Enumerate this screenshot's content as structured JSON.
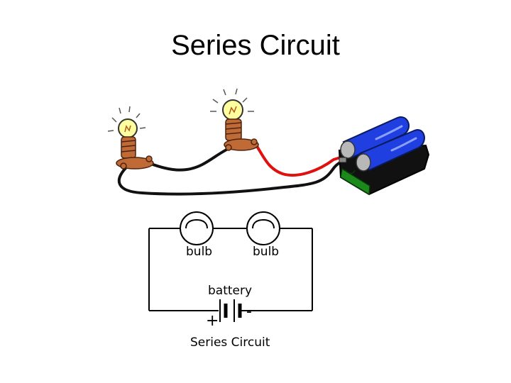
{
  "title": "Series Circuit",
  "schematic": {
    "bulb_left_label": "bulb",
    "bulb_right_label": "bulb",
    "battery_label": "battery",
    "plus_sign": "+",
    "minus_sign": "-",
    "caption": "Series Circuit"
  },
  "colors": {
    "wire_black": "#111111",
    "wire_red": "#e01010",
    "battery_blue": "#1f3fe0",
    "battery_green": "#1b8a1b",
    "bulb_glass": "#ffffa0",
    "bulb_base": "#c06a35"
  }
}
